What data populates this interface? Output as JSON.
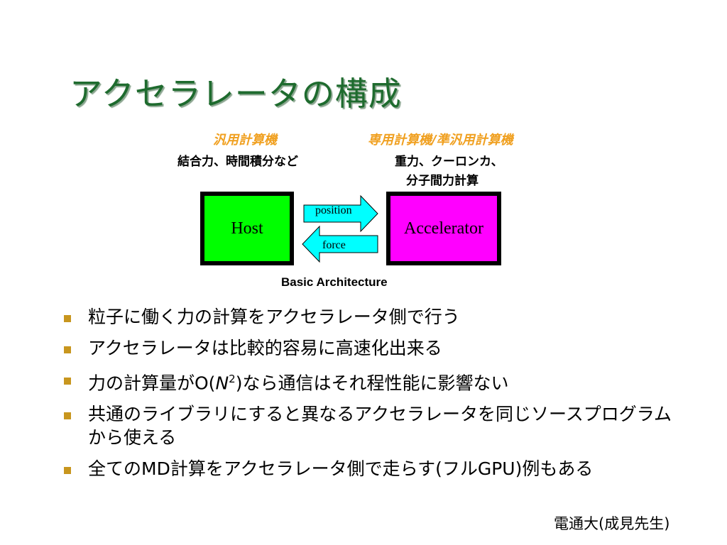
{
  "title": "アクセラレータの構成",
  "diagram": {
    "host_caption": "汎用計算機",
    "host_tasks": "結合力、時間積分など",
    "accel_caption": "専用計算機/準汎用計算機",
    "accel_tasks_line1": "重力、クーロンカ、",
    "accel_tasks_line2": "分子間力計算",
    "host_label": "Host",
    "accel_label": "Accelerator",
    "arrow_right_label": "position",
    "arrow_left_label": "force",
    "caption": "Basic Architecture",
    "colors": {
      "host": "#00ff00",
      "accelerator": "#ff00ff",
      "arrow": "#00ffff",
      "caption_orange": "#f0a020",
      "title": "#1e6b2e",
      "bullet": "#c8961e"
    }
  },
  "bullets": {
    "b1": "粒子に働く力の計算をアクセラレータ側で行う",
    "b2": "アクセラレータは比較的容易に高速化出来る",
    "b3_pre": "力の計算量がO(",
    "b3_n": "N",
    "b3_sup": "2",
    "b3_post": ")なら通信はそれ程性能に影響ない",
    "b4": "共通のライブラリにすると異なるアクセラレータを同じソースプログラムから使える",
    "b5": "全てのMD計算をアクセラレータ側で走らす(フルGPU)例もある"
  },
  "credit": "電通大(成見先生)"
}
